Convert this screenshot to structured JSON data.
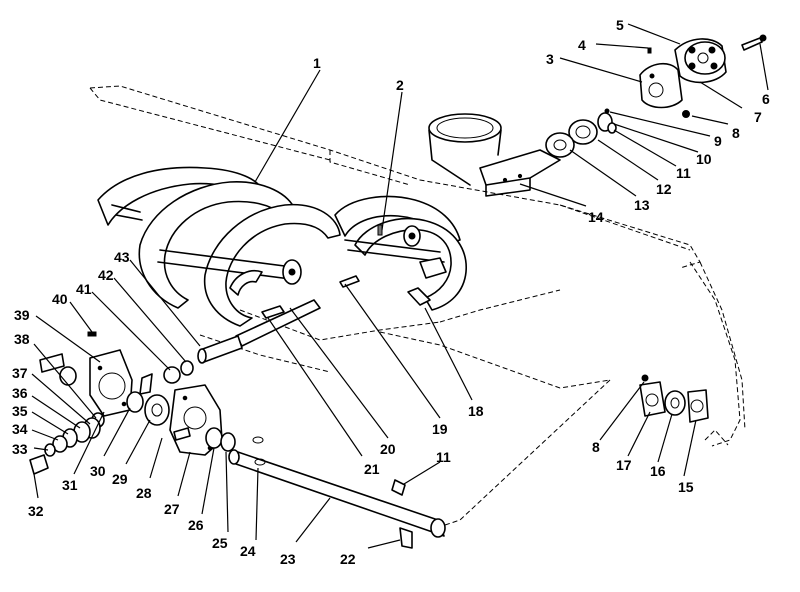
{
  "diagram": {
    "type": "exploded-parts-view",
    "callouts": [
      {
        "id": "c1",
        "label": "1"
      },
      {
        "id": "c2",
        "label": "2"
      },
      {
        "id": "c3",
        "label": "3"
      },
      {
        "id": "c4",
        "label": "4"
      },
      {
        "id": "c5",
        "label": "5"
      },
      {
        "id": "c6",
        "label": "6"
      },
      {
        "id": "c7",
        "label": "7"
      },
      {
        "id": "c8a",
        "label": "8"
      },
      {
        "id": "c9",
        "label": "9"
      },
      {
        "id": "c10",
        "label": "10"
      },
      {
        "id": "c11a",
        "label": "11"
      },
      {
        "id": "c12",
        "label": "12"
      },
      {
        "id": "c13",
        "label": "13"
      },
      {
        "id": "c14",
        "label": "14"
      },
      {
        "id": "c15",
        "label": "15"
      },
      {
        "id": "c16",
        "label": "16"
      },
      {
        "id": "c17",
        "label": "17"
      },
      {
        "id": "c8b",
        "label": "8"
      },
      {
        "id": "c18",
        "label": "18"
      },
      {
        "id": "c19",
        "label": "19"
      },
      {
        "id": "c20",
        "label": "20"
      },
      {
        "id": "c21",
        "label": "21"
      },
      {
        "id": "c11b",
        "label": "11"
      },
      {
        "id": "c22",
        "label": "22"
      },
      {
        "id": "c23",
        "label": "23"
      },
      {
        "id": "c24",
        "label": "24"
      },
      {
        "id": "c25",
        "label": "25"
      },
      {
        "id": "c26",
        "label": "26"
      },
      {
        "id": "c27",
        "label": "27"
      },
      {
        "id": "c28",
        "label": "28"
      },
      {
        "id": "c29",
        "label": "29"
      },
      {
        "id": "c30",
        "label": "30"
      },
      {
        "id": "c31",
        "label": "31"
      },
      {
        "id": "c32",
        "label": "32"
      },
      {
        "id": "c33",
        "label": "33"
      },
      {
        "id": "c34",
        "label": "34"
      },
      {
        "id": "c35",
        "label": "35"
      },
      {
        "id": "c36",
        "label": "36"
      },
      {
        "id": "c37",
        "label": "37"
      },
      {
        "id": "c38",
        "label": "38"
      },
      {
        "id": "c39",
        "label": "39"
      },
      {
        "id": "c40",
        "label": "40"
      },
      {
        "id": "c41",
        "label": "41"
      },
      {
        "id": "c42",
        "label": "42"
      },
      {
        "id": "c43",
        "label": "43"
      }
    ]
  }
}
